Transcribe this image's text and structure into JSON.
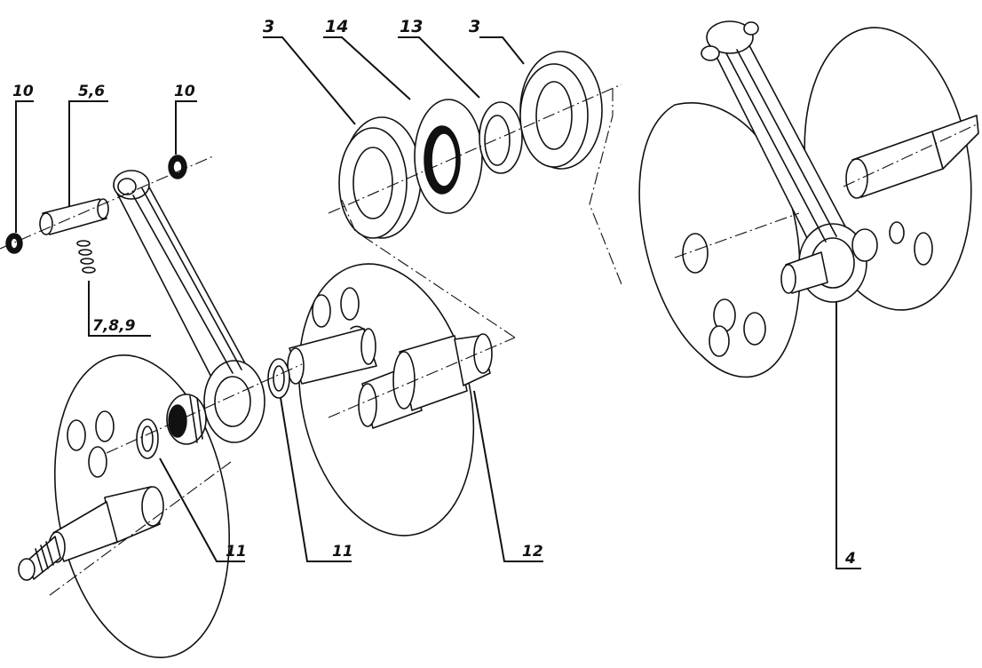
{
  "callouts": {
    "c10_left": "10",
    "c56": "5,6",
    "c10_right": "10",
    "c789": "7,8,9",
    "c3_left": "3",
    "c14": "14",
    "c13": "13",
    "c3_right": "3",
    "c11_left": "11",
    "c11_mid": "11",
    "c12": "12",
    "c4": "4"
  }
}
